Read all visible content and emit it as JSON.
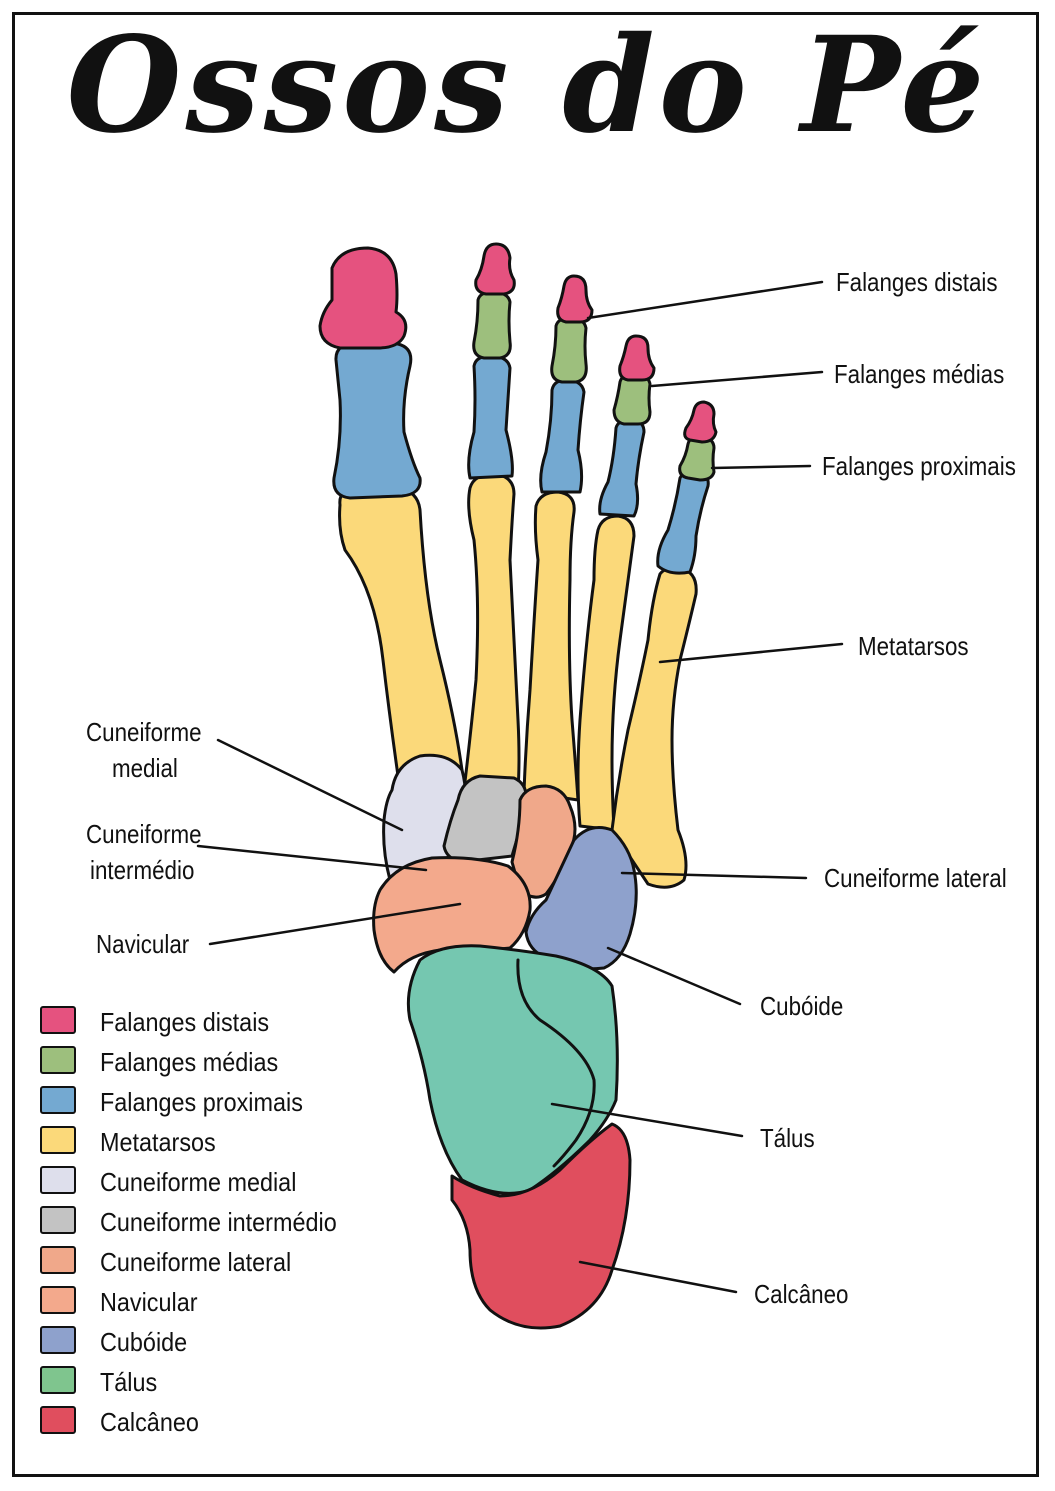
{
  "title": "Ossos do Pé",
  "colors": {
    "distal": "#e5527f",
    "middle": "#9dbf7d",
    "proximal": "#74a9d1",
    "metatarsal": "#fbd97a",
    "medial_cuneiform": "#dedfec",
    "intermediate_cuneiform": "#c3c3c3",
    "lateral_cuneiform": "#f0a88a",
    "navicular": "#f3a98c",
    "cuboid": "#8ea1cc",
    "talus": "#75c7b0",
    "calcaneus": "#e04e5e"
  },
  "labels": {
    "falanges_distais": "Falanges distais",
    "falanges_medias": "Falanges médias",
    "falanges_proximais": "Falanges proximais",
    "metatarsos": "Metatarsos",
    "cuneiforme_medial_l1": "Cuneiforme",
    "cuneiforme_medial_l2": "medial",
    "cuneiforme_intermedio_l1": "Cuneiforme",
    "cuneiforme_intermedio_l2": "intermédio",
    "navicular": "Navicular",
    "cuneiforme_lateral": "Cuneiforme lateral",
    "cuboide": "Cubóide",
    "talus": "Tálus",
    "calcaneo": "Calcâneo"
  },
  "legend": [
    {
      "label": "Falanges distais",
      "color": "#e5527f"
    },
    {
      "label": "Falanges médias",
      "color": "#9dbf7d"
    },
    {
      "label": "Falanges proximais",
      "color": "#74a9d1"
    },
    {
      "label": "Metatarsos",
      "color": "#fbd97a"
    },
    {
      "label": "Cuneiforme medial",
      "color": "#dedfec"
    },
    {
      "label": "Cuneiforme intermédio",
      "color": "#c3c3c3"
    },
    {
      "label": "Cuneiforme lateral",
      "color": "#f0a88a"
    },
    {
      "label": "Navicular",
      "color": "#f3a98c"
    },
    {
      "label": "Cubóide",
      "color": "#8ea1cc"
    },
    {
      "label": "Tálus",
      "color": "#7fc58e"
    },
    {
      "label": "Calcâneo",
      "color": "#e04e5e"
    }
  ]
}
